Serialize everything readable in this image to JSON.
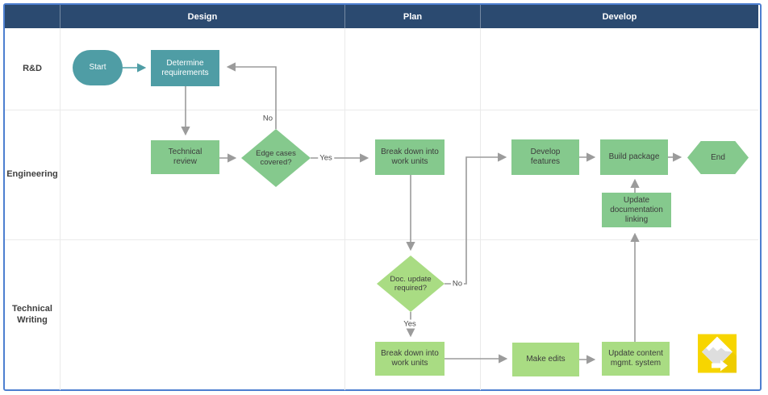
{
  "colors": {
    "border_blue": "#4D7FD0",
    "header_navy": "#2B4A70",
    "shape_teal": "#4F9DA5",
    "shape_green_medium": "#85C98D",
    "shape_green_light": "#A9DC83",
    "arrow_gray": "#9B9B9B",
    "logo_yellow": "#F7D500"
  },
  "swimlane": {
    "columns": [
      {
        "label": "Design"
      },
      {
        "label": "Plan"
      },
      {
        "label": "Develop"
      }
    ],
    "rows": [
      {
        "label": "R&D"
      },
      {
        "label": "Engineering"
      },
      {
        "label": "Technical Writing"
      }
    ]
  },
  "nodes": {
    "start": {
      "label": "Start",
      "type": "terminator"
    },
    "determine_requirements": {
      "label": "Determine requirements",
      "type": "process"
    },
    "technical_review": {
      "label": "Technical review",
      "type": "process"
    },
    "edge_cases": {
      "label": "Edge cases covered?",
      "type": "decision"
    },
    "breakdown_eng": {
      "label": "Break down into work units",
      "type": "process"
    },
    "develop_features": {
      "label": "Develop features",
      "type": "process"
    },
    "build_package": {
      "label": "Build package",
      "type": "process"
    },
    "end": {
      "label": "End",
      "type": "terminator"
    },
    "update_doc_linking": {
      "label": "Update documentation linking",
      "type": "process"
    },
    "doc_update": {
      "label": "Doc. update required?",
      "type": "decision"
    },
    "breakdown_tw": {
      "label": "Break down into work units",
      "type": "process"
    },
    "make_edits": {
      "label": "Make edits",
      "type": "process"
    },
    "update_cms": {
      "label": "Update content mgmt. system",
      "type": "process"
    }
  },
  "edge_labels": {
    "edge_cases_no": "No",
    "edge_cases_yes": "Yes",
    "doc_update_no": "No",
    "doc_update_yes": "Yes"
  },
  "logo": {
    "name": "yed-logo"
  }
}
